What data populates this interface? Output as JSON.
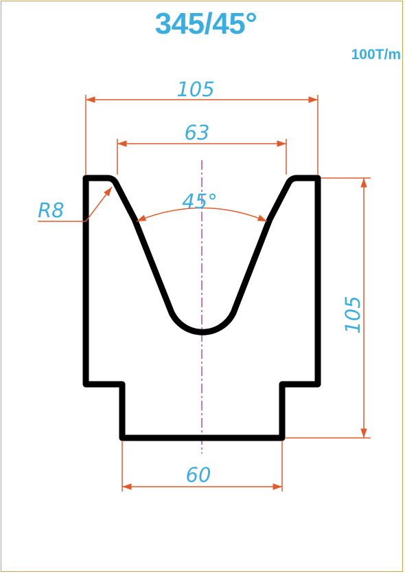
{
  "title": "345/45°",
  "capacity": "100T/m",
  "dimensions": {
    "top_width": "105",
    "opening_width": "63",
    "angle": "45°",
    "radius": "R8",
    "height": "105",
    "base_width": "60"
  },
  "colors": {
    "text": "#3aaee0",
    "dimension_line": "#e05a2b",
    "outline": "#000000",
    "center_line": "#b04cb0",
    "frame": "#c9a24a"
  }
}
